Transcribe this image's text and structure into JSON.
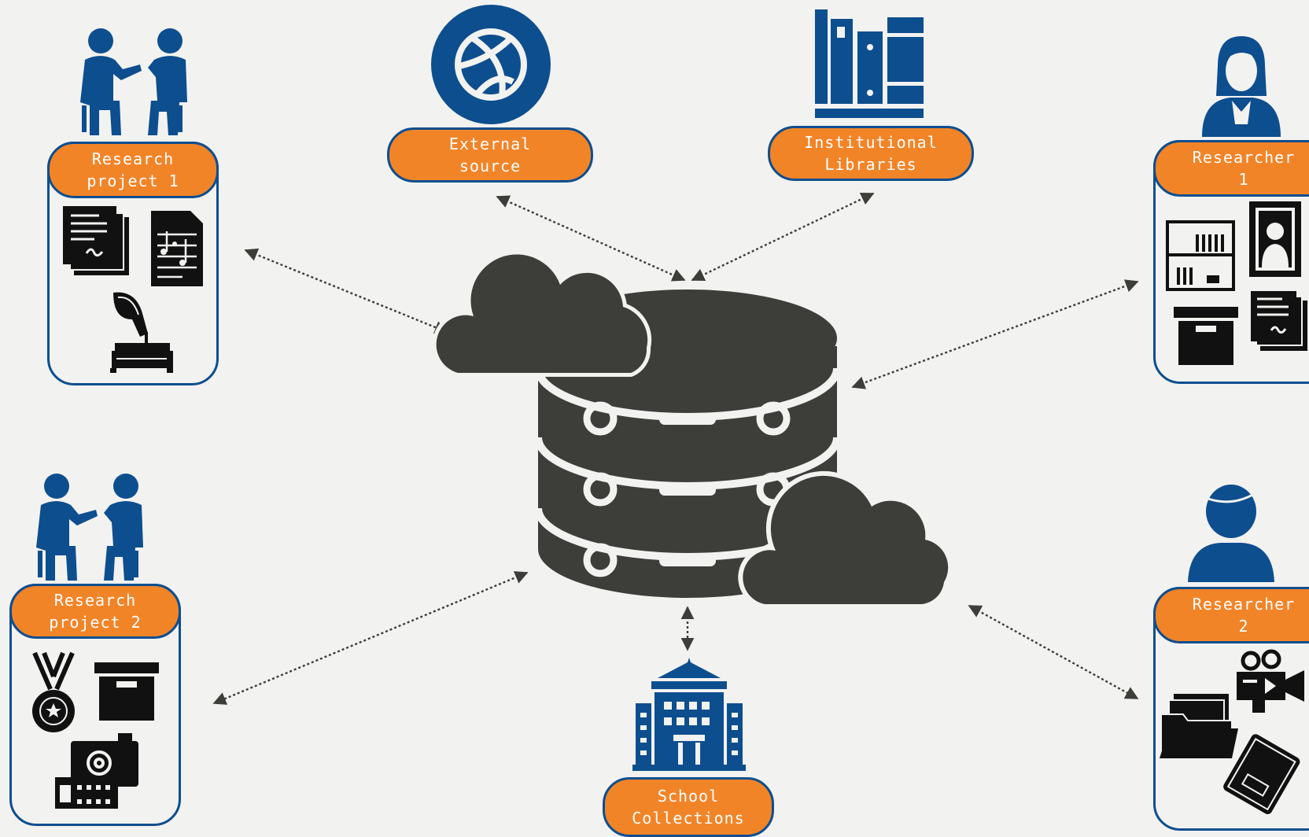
{
  "nodes": {
    "research_project_1": {
      "line1": "Research",
      "line2": "project 1"
    },
    "external_source": {
      "line1": "External",
      "line2": "source"
    },
    "institutional_libraries": {
      "line1": "Institutional",
      "line2": "Libraries"
    },
    "researcher_1": {
      "line1": "Researcher",
      "line2": "1"
    },
    "research_project_2": {
      "line1": "Research",
      "line2": "project 2"
    },
    "school_collections": {
      "line1": "School",
      "line2": "Collections"
    },
    "researcher_2": {
      "line1": "Researcher",
      "line2": "2"
    }
  },
  "colors": {
    "accent_orange": "#f28428",
    "brand_blue": "#0d4e8f",
    "hub_gray": "#3d3e39",
    "background": "#f2f2f0"
  },
  "icons": {
    "hub": "cloud-database-icon",
    "research_project": "two-people-meeting-icon",
    "external_source": "globe-icon",
    "institutional_libraries": "books-icon",
    "researcher_1": "woman-avatar-icon",
    "researcher_2": "man-avatar-icon",
    "school_collections": "school-building-icon"
  }
}
